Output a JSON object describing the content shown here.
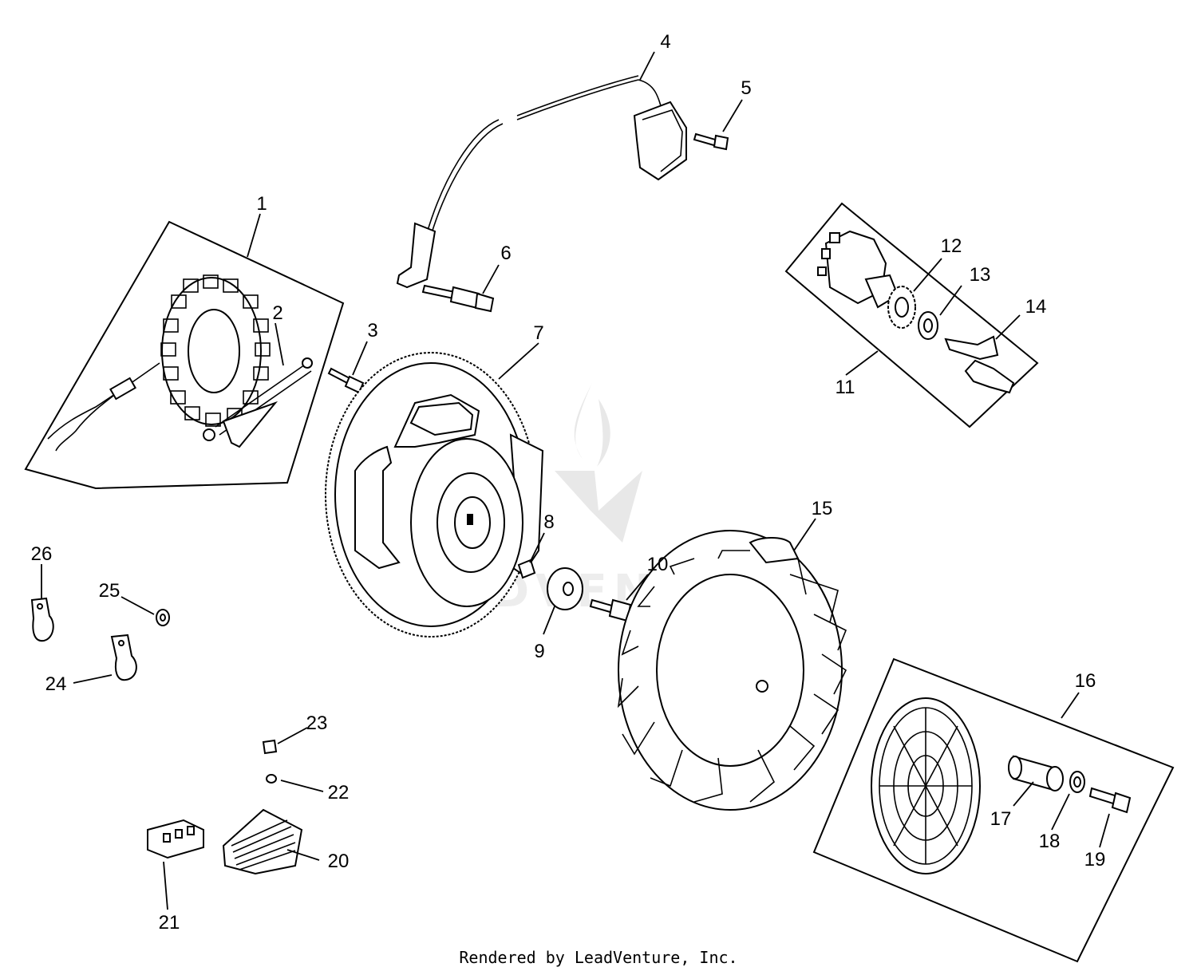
{
  "diagram": {
    "watermark_text": "LEADVENTURE",
    "footer": "Rendered by LeadVenture, Inc.",
    "callouts": [
      "1",
      "2",
      "3",
      "4",
      "5",
      "6",
      "7",
      "8",
      "9",
      "10",
      "11",
      "12",
      "13",
      "14",
      "15",
      "16",
      "17",
      "18",
      "19",
      "20",
      "21",
      "22",
      "23",
      "24",
      "25",
      "26"
    ]
  }
}
